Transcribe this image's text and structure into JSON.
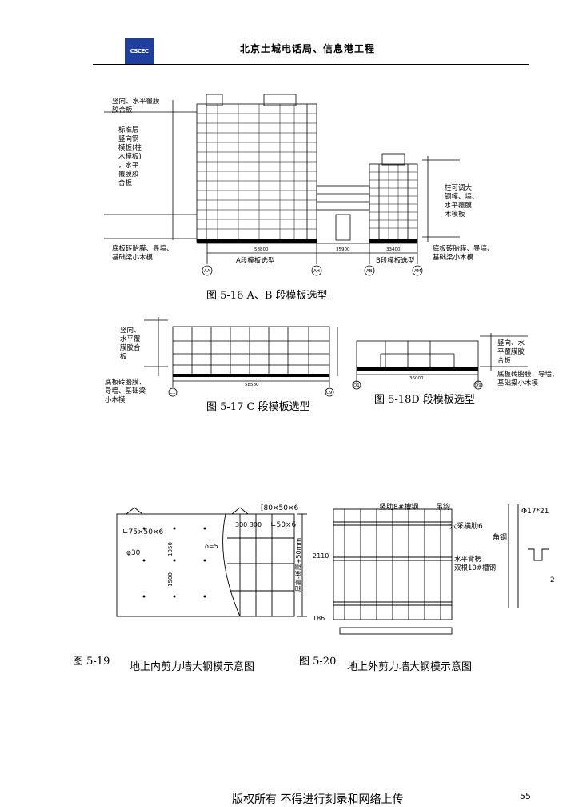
{
  "header": {
    "logo_text": "CSCEC",
    "title": "北京土城电话局、信息港工程"
  },
  "fig16": {
    "caption": "图 5-16 A、B 段模板选型",
    "labels": {
      "top_left": "竖向、水平覆膜\n胶合板",
      "left_middle": "标准层\n竖向钢\n模板(柱\n木模板)\n，水平\n覆膜胶\n合板",
      "bottom_left": "底板砖胎膜、导墙、\n基础梁小木模",
      "right_middle": "柱可调大\n钢模、墙、\n水平覆膜\n木模板",
      "bottom_right": "底板砖胎膜、导墙、\n基础梁小木模"
    },
    "dims": {
      "a_width": "58800",
      "b_width": "33400",
      "link": "35900"
    },
    "axis_labels": [
      "AA",
      "AH",
      "AB",
      "AM"
    ],
    "segments": {
      "a": "A段模板选型",
      "b": "B段模板选型"
    }
  },
  "fig17": {
    "caption": "图 5-17 C 段模板选型",
    "labels": {
      "top": "竖向、\n水平覆\n膜胶合\n板",
      "bottom": "底板砖胎膜、\n导墙、基础梁\n小木模"
    },
    "dim": "58580",
    "axis_labels": [
      "C1",
      "C9"
    ]
  },
  "fig18": {
    "caption": "图 5-18D 段模板选型",
    "labels": {
      "top": "竖向、水\n平覆膜胶\n合板",
      "bottom": "底板砖胎膜、导墙、\n基础梁小木模"
    },
    "dim": "36000",
    "axis_labels": [
      "D1",
      "D9"
    ]
  },
  "fig19": {
    "caption_num": "图 5-19",
    "caption_text": "地上内剪力墙大钢模示意图",
    "annotations": {
      "angle1": "∟75×50×6",
      "angle2": "[80×50×6",
      "dim_300": "300 300",
      "dia": "φ30",
      "plate": "δ=5",
      "angle3": "∟50×6",
      "vert1": "1050",
      "vert2": "1500",
      "side": "层高-板厚+50mm",
      "d2110": "2110",
      "d186": "186"
    }
  },
  "fig20": {
    "caption_num": "图 5-20",
    "caption_text": "地上外剪力墙大钢模示意图",
    "annotations": {
      "beam": "竖肋8#槽钢",
      "hook": "吊钩",
      "rib": "穴采横肋6",
      "angle": "角钢",
      "horiz": "水平背楞\n双根10#槽钢",
      "bolt": "Φ17*21",
      "two": "2"
    }
  },
  "footer": {
    "text": "版权所有  不得进行刻录和网络上传",
    "page": "55"
  }
}
